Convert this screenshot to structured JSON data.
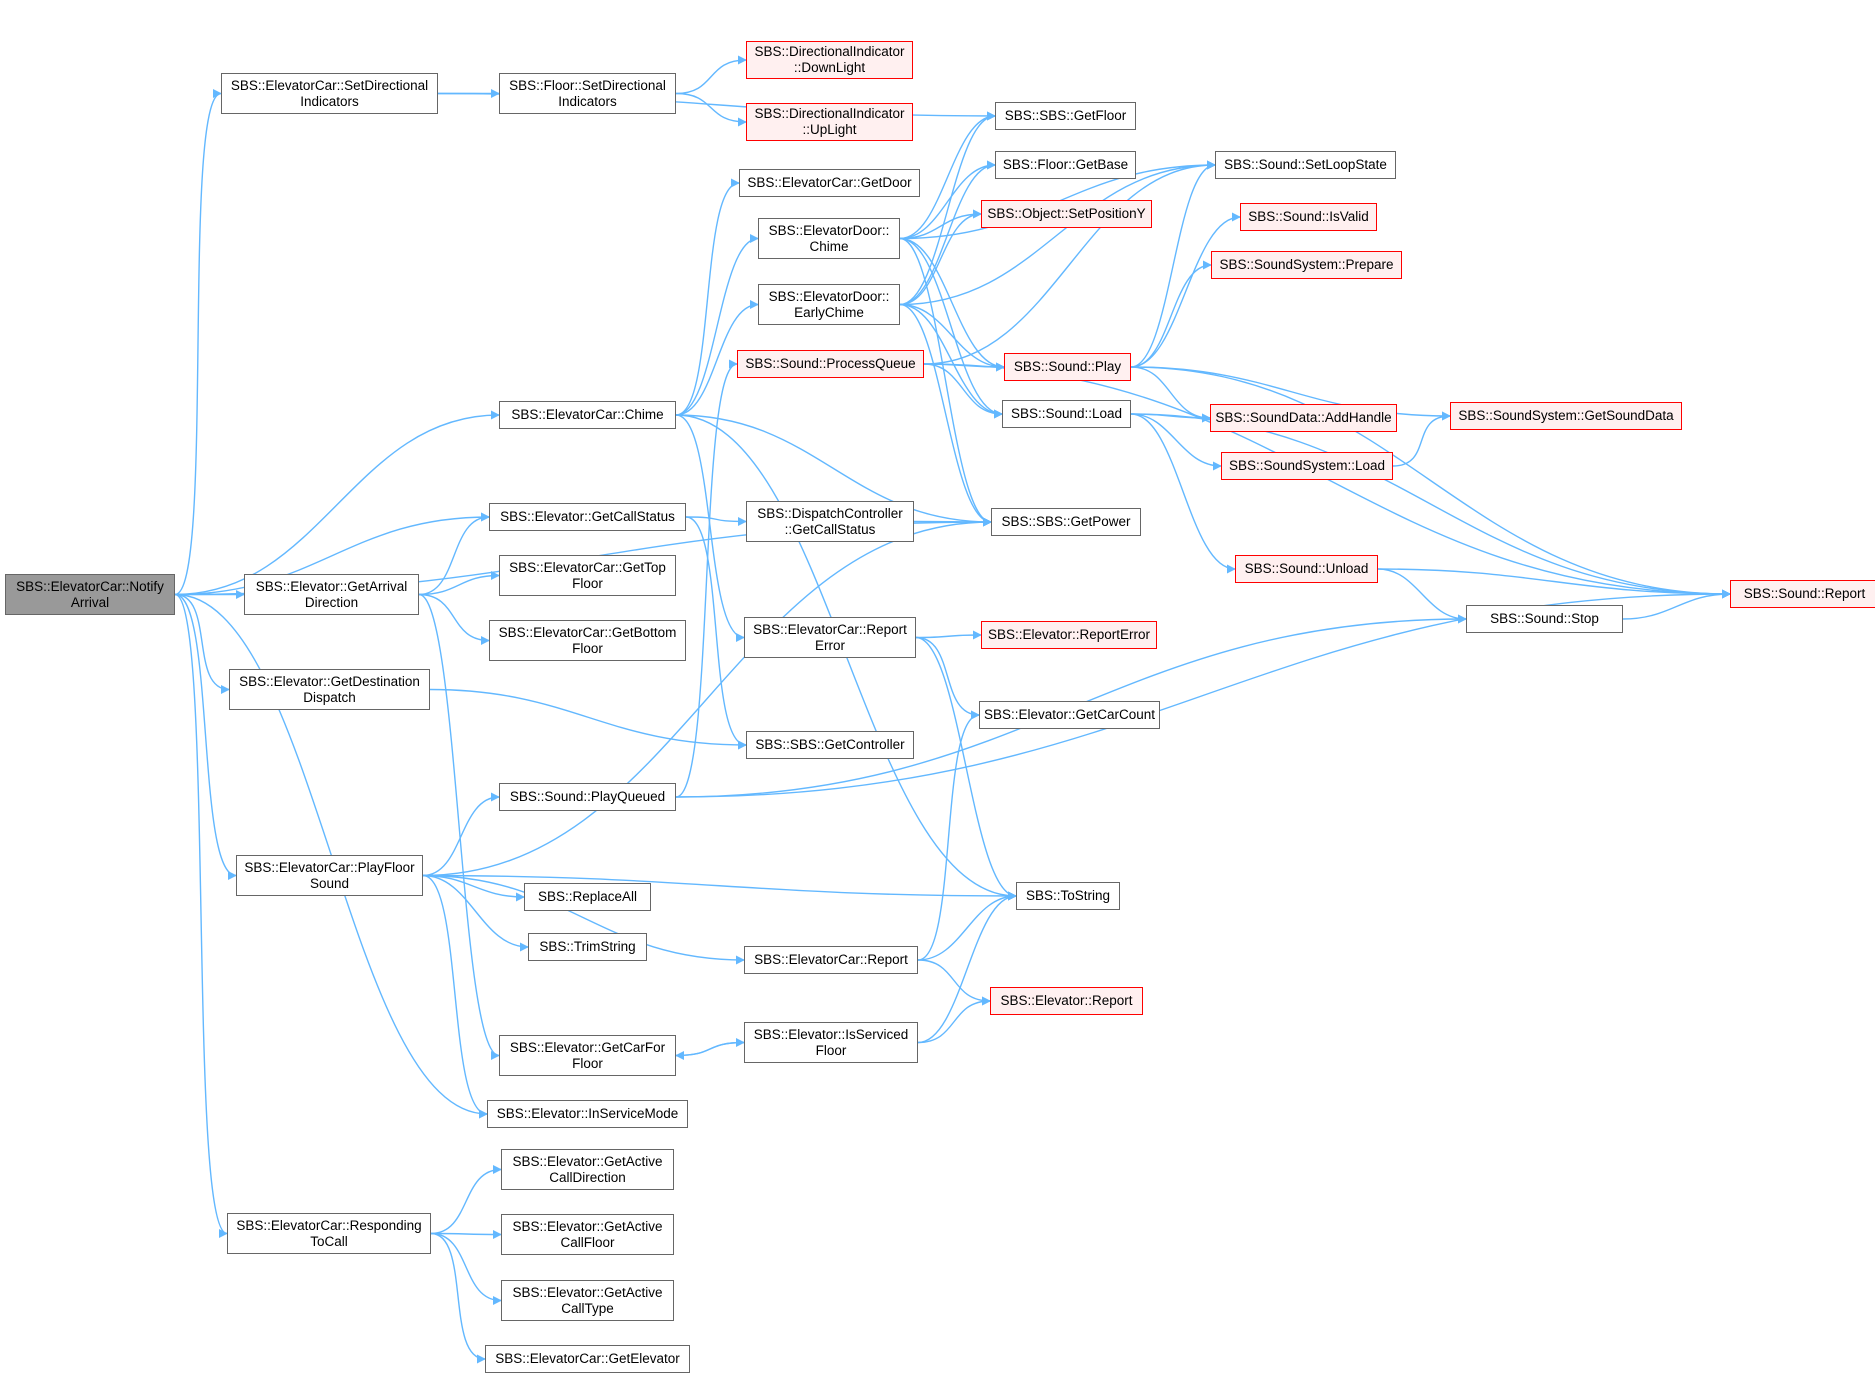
{
  "colors": {
    "edge": "#63b8ff",
    "node_border": "#666666",
    "error_border": "#ff0000",
    "error_fill": "#fff0f0",
    "root_fill": "#999999"
  },
  "nodes": {
    "root": {
      "lines": [
        "SBS::ElevatorCar::Notify",
        "Arrival"
      ],
      "kind": "root"
    },
    "car_setdir": {
      "lines": [
        "SBS::ElevatorCar::SetDirectional",
        "Indicators"
      ]
    },
    "floor_setdir": {
      "lines": [
        "SBS::Floor::SetDirectional",
        "Indicators"
      ]
    },
    "di_down": {
      "lines": [
        "SBS::DirectionalIndicator",
        "::DownLight"
      ],
      "kind": "err"
    },
    "di_up": {
      "lines": [
        "SBS::DirectionalIndicator",
        "::UpLight"
      ],
      "kind": "err"
    },
    "sbs_getfloor": {
      "lines": [
        "SBS::SBS::GetFloor"
      ]
    },
    "floor_getbase": {
      "lines": [
        "SBS::Floor::GetBase"
      ]
    },
    "car_getdoor": {
      "lines": [
        "SBS::ElevatorCar::GetDoor"
      ]
    },
    "obj_setposy": {
      "lines": [
        "SBS::Object::SetPositionY"
      ],
      "kind": "err"
    },
    "door_chime": {
      "lines": [
        "SBS::ElevatorDoor::",
        "Chime"
      ]
    },
    "door_early": {
      "lines": [
        "SBS::ElevatorDoor::",
        "EarlyChime"
      ]
    },
    "snd_processq": {
      "lines": [
        "SBS::Sound::ProcessQueue"
      ],
      "kind": "err"
    },
    "snd_play": {
      "lines": [
        "SBS::Sound::Play"
      ],
      "kind": "err"
    },
    "snd_load": {
      "lines": [
        "SBS::Sound::Load"
      ]
    },
    "snd_setloop": {
      "lines": [
        "SBS::Sound::SetLoopState"
      ]
    },
    "snd_isvalid": {
      "lines": [
        "SBS::Sound::IsValid"
      ],
      "kind": "err"
    },
    "ss_prepare": {
      "lines": [
        "SBS::SoundSystem::Prepare"
      ],
      "kind": "err"
    },
    "sd_addhandle": {
      "lines": [
        "SBS::SoundData::AddHandle"
      ],
      "kind": "err"
    },
    "ss_getsounddata": {
      "lines": [
        "SBS::SoundSystem::GetSoundData"
      ],
      "kind": "err"
    },
    "ss_load": {
      "lines": [
        "SBS::SoundSystem::Load"
      ],
      "kind": "err"
    },
    "car_chime": {
      "lines": [
        "SBS::ElevatorCar::Chime"
      ]
    },
    "elev_getcallstatus": {
      "lines": [
        "SBS::Elevator::GetCallStatus"
      ]
    },
    "dc_getcallstatus": {
      "lines": [
        "SBS::DispatchController",
        "::GetCallStatus"
      ]
    },
    "sbs_getpower": {
      "lines": [
        "SBS::SBS::GetPower"
      ]
    },
    "snd_unload": {
      "lines": [
        "SBS::Sound::Unload"
      ],
      "kind": "err"
    },
    "snd_report": {
      "lines": [
        "SBS::Sound::Report"
      ],
      "kind": "err"
    },
    "snd_stop": {
      "lines": [
        "SBS::Sound::Stop"
      ]
    },
    "elev_getarrival": {
      "lines": [
        "SBS::Elevator::GetArrival",
        "Direction"
      ]
    },
    "car_gettop": {
      "lines": [
        "SBS::ElevatorCar::GetTop",
        "Floor"
      ]
    },
    "car_getbottom": {
      "lines": [
        "SBS::ElevatorCar::GetBottom",
        "Floor"
      ]
    },
    "car_reporterror": {
      "lines": [
        "SBS::ElevatorCar::Report",
        "Error"
      ]
    },
    "elev_reporterror": {
      "lines": [
        "SBS::Elevator::ReportError"
      ],
      "kind": "err"
    },
    "elev_getdestdispatch": {
      "lines": [
        "SBS::Elevator::GetDestination",
        "Dispatch"
      ]
    },
    "elev_getcarcount": {
      "lines": [
        "SBS::Elevator::GetCarCount"
      ]
    },
    "sbs_getcontroller": {
      "lines": [
        "SBS::SBS::GetController"
      ]
    },
    "snd_playqueued": {
      "lines": [
        "SBS::Sound::PlayQueued"
      ]
    },
    "car_playfloor": {
      "lines": [
        "SBS::ElevatorCar::PlayFloor",
        "Sound"
      ]
    },
    "sbs_tostring": {
      "lines": [
        "SBS::ToString"
      ]
    },
    "sbs_replaceall": {
      "lines": [
        "SBS::ReplaceAll"
      ]
    },
    "sbs_trimstring": {
      "lines": [
        "SBS::TrimString"
      ]
    },
    "car_report": {
      "lines": [
        "SBS::ElevatorCar::Report"
      ]
    },
    "elev_report": {
      "lines": [
        "SBS::Elevator::Report"
      ],
      "kind": "err"
    },
    "elev_getcarfor": {
      "lines": [
        "SBS::Elevator::GetCarFor",
        "Floor"
      ]
    },
    "elev_isserviced": {
      "lines": [
        "SBS::Elevator::IsServiced",
        "Floor"
      ]
    },
    "elev_inservice": {
      "lines": [
        "SBS::Elevator::InServiceMode"
      ]
    },
    "car_responding": {
      "lines": [
        "SBS::ElevatorCar::Responding",
        "ToCall"
      ]
    },
    "elev_getactivedir": {
      "lines": [
        "SBS::Elevator::GetActive",
        "CallDirection"
      ]
    },
    "elev_getactivefloor": {
      "lines": [
        "SBS::Elevator::GetActive",
        "CallFloor"
      ]
    },
    "elev_getactivetype": {
      "lines": [
        "SBS::Elevator::GetActive",
        "CallType"
      ]
    },
    "car_getelevator": {
      "lines": [
        "SBS::ElevatorCar::GetElevator"
      ]
    }
  },
  "edges": [
    [
      "root",
      "car_setdir"
    ],
    [
      "car_setdir",
      "floor_setdir"
    ],
    [
      "car_setdir",
      "sbs_getfloor"
    ],
    [
      "floor_setdir",
      "di_down"
    ],
    [
      "floor_setdir",
      "di_up"
    ],
    [
      "root",
      "car_chime"
    ],
    [
      "root",
      "sbs_getpower"
    ],
    [
      "root",
      "elev_getcallstatus"
    ],
    [
      "root",
      "elev_getarrival"
    ],
    [
      "root",
      "elev_getdestdispatch"
    ],
    [
      "root",
      "car_playfloor"
    ],
    [
      "root",
      "elev_inservice"
    ],
    [
      "root",
      "car_responding"
    ],
    [
      "car_chime",
      "car_getdoor"
    ],
    [
      "car_chime",
      "door_chime"
    ],
    [
      "car_chime",
      "door_early"
    ],
    [
      "car_chime",
      "sbs_getpower"
    ],
    [
      "car_chime",
      "car_reporterror"
    ],
    [
      "car_chime",
      "sbs_tostring"
    ],
    [
      "door_chime",
      "sbs_getfloor"
    ],
    [
      "door_chime",
      "floor_getbase"
    ],
    [
      "door_chime",
      "obj_setposy"
    ],
    [
      "door_chime",
      "snd_setloop"
    ],
    [
      "door_chime",
      "snd_play"
    ],
    [
      "door_chime",
      "snd_load"
    ],
    [
      "door_chime",
      "sbs_getpower"
    ],
    [
      "door_early",
      "sbs_getfloor"
    ],
    [
      "door_early",
      "floor_getbase"
    ],
    [
      "door_early",
      "obj_setposy"
    ],
    [
      "door_early",
      "snd_setloop"
    ],
    [
      "door_early",
      "snd_play"
    ],
    [
      "door_early",
      "snd_load"
    ],
    [
      "door_early",
      "sbs_getpower"
    ],
    [
      "snd_processq",
      "snd_play"
    ],
    [
      "snd_processq",
      "snd_load"
    ],
    [
      "snd_processq",
      "snd_setloop"
    ],
    [
      "snd_processq",
      "snd_report"
    ],
    [
      "snd_play",
      "snd_setloop"
    ],
    [
      "snd_play",
      "snd_isvalid"
    ],
    [
      "snd_play",
      "ss_prepare"
    ],
    [
      "snd_play",
      "sd_addhandle"
    ],
    [
      "snd_play",
      "ss_getsounddata"
    ],
    [
      "snd_play",
      "snd_report"
    ],
    [
      "snd_load",
      "sd_addhandle"
    ],
    [
      "snd_load",
      "ss_load"
    ],
    [
      "snd_load",
      "snd_unload"
    ],
    [
      "snd_load",
      "snd_report"
    ],
    [
      "ss_load",
      "ss_getsounddata"
    ],
    [
      "snd_unload",
      "snd_report"
    ],
    [
      "snd_unload",
      "snd_stop"
    ],
    [
      "snd_stop",
      "snd_report"
    ],
    [
      "elev_getcallstatus",
      "dc_getcallstatus"
    ],
    [
      "elev_getcallstatus",
      "sbs_getcontroller"
    ],
    [
      "dc_getcallstatus",
      "sbs_getpower"
    ],
    [
      "elev_getarrival",
      "elev_getcallstatus"
    ],
    [
      "elev_getarrival",
      "car_gettop"
    ],
    [
      "elev_getarrival",
      "car_getbottom"
    ],
    [
      "elev_getarrival",
      "elev_getcarfor"
    ],
    [
      "car_reporterror",
      "elev_reporterror"
    ],
    [
      "car_reporterror",
      "elev_getcarcount"
    ],
    [
      "car_reporterror",
      "sbs_tostring"
    ],
    [
      "elev_getdestdispatch",
      "sbs_getcontroller"
    ],
    [
      "snd_playqueued",
      "snd_processq"
    ],
    [
      "snd_playqueued",
      "snd_stop"
    ],
    [
      "snd_playqueued",
      "snd_report"
    ],
    [
      "car_playfloor",
      "snd_playqueued"
    ],
    [
      "car_playfloor",
      "sbs_getpower"
    ],
    [
      "car_playfloor",
      "sbs_tostring"
    ],
    [
      "car_playfloor",
      "sbs_replaceall"
    ],
    [
      "car_playfloor",
      "sbs_trimstring"
    ],
    [
      "car_playfloor",
      "car_report"
    ],
    [
      "car_playfloor",
      "elev_inservice"
    ],
    [
      "car_report",
      "sbs_tostring"
    ],
    [
      "car_report",
      "elev_report"
    ],
    [
      "car_report",
      "elev_getcarcount"
    ],
    [
      "elev_isserviced",
      "elev_getcarfor"
    ],
    [
      "elev_getcarfor",
      "elev_isserviced"
    ],
    [
      "elev_isserviced",
      "elev_report"
    ],
    [
      "elev_isserviced",
      "sbs_tostring"
    ],
    [
      "car_responding",
      "elev_getactivedir"
    ],
    [
      "car_responding",
      "elev_getactivefloor"
    ],
    [
      "car_responding",
      "elev_getactivetype"
    ],
    [
      "car_responding",
      "car_getelevator"
    ]
  ]
}
